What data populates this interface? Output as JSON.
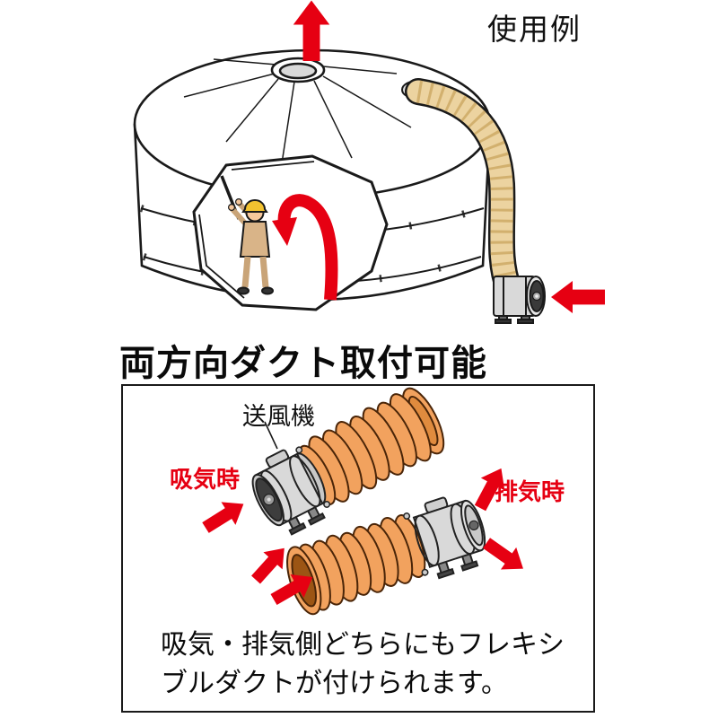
{
  "page": {
    "usage_example_label": "使用例",
    "heading": "両方向ダクト取付可能"
  },
  "diagram_labels": {
    "blower": "送風機",
    "intake": "吸気時",
    "exhaust": "排気時"
  },
  "caption": {
    "line1": "吸気・排気側どちらにもフレキシ",
    "line2": "ブルダクトが付けられます。"
  },
  "colors": {
    "arrow_red": "#e60012",
    "duct_orange": "#f2a25e",
    "hose_beige": "#ecd3a0",
    "helmet_yellow": "#f2c230",
    "outline_black": "#1a1a1a"
  }
}
